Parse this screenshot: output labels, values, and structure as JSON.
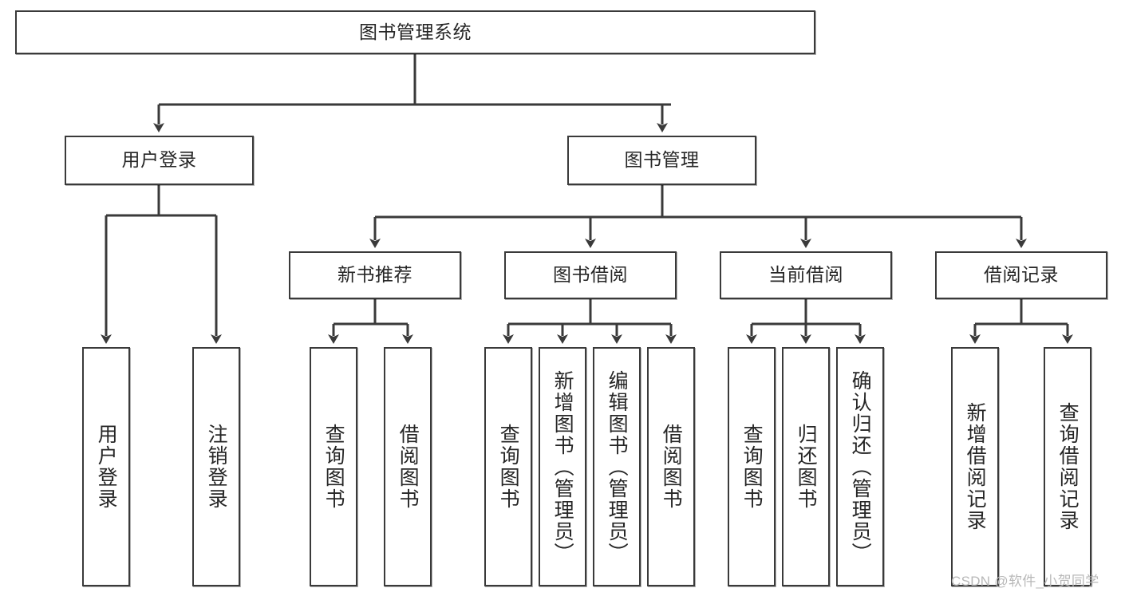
{
  "diagram": {
    "type": "hierarchy-tree",
    "title": "图书管理系统",
    "root": {
      "id": "root",
      "label": "图书管理系统"
    },
    "level2": [
      {
        "id": "user-login",
        "label": "用户登录"
      },
      {
        "id": "book-manage",
        "label": "图书管理"
      }
    ],
    "level3": [
      {
        "id": "new-book-recommend",
        "label": "新书推荐",
        "parent": "book-manage"
      },
      {
        "id": "book-borrow",
        "label": "图书借阅",
        "parent": "book-manage"
      },
      {
        "id": "current-borrow",
        "label": "当前借阅",
        "parent": "book-manage"
      },
      {
        "id": "borrow-record",
        "label": "借阅记录",
        "parent": "book-manage"
      }
    ],
    "leaves": [
      {
        "id": "leaf-user-login",
        "label": "用户登录",
        "parent": "user-login"
      },
      {
        "id": "leaf-logout-login",
        "label": "注销登录",
        "parent": "user-login"
      },
      {
        "id": "leaf-query-book-1",
        "label": "查询图书",
        "parent": "new-book-recommend"
      },
      {
        "id": "leaf-borrow-book-1",
        "label": "借阅图书",
        "parent": "new-book-recommend"
      },
      {
        "id": "leaf-query-book-2",
        "label": "查询图书",
        "parent": "book-borrow"
      },
      {
        "id": "leaf-add-book",
        "label": "新增图书（管理员）",
        "parent": "book-borrow"
      },
      {
        "id": "leaf-edit-book",
        "label": "编辑图书（管理员）",
        "parent": "book-borrow"
      },
      {
        "id": "leaf-borrow-book-2",
        "label": "借阅图书",
        "parent": "book-borrow"
      },
      {
        "id": "leaf-query-book-3",
        "label": "查询图书",
        "parent": "current-borrow"
      },
      {
        "id": "leaf-return-book",
        "label": "归还图书",
        "parent": "current-borrow"
      },
      {
        "id": "leaf-confirm-return",
        "label": "确认归还（管理员）",
        "parent": "current-borrow"
      },
      {
        "id": "leaf-add-record",
        "label": "新增借阅记录",
        "parent": "borrow-record"
      },
      {
        "id": "leaf-query-record",
        "label": "查询借阅记录",
        "parent": "borrow-record"
      }
    ],
    "watermark": "CSDN @软件_小贺同学",
    "colors": {
      "stroke": "#3a3a3a",
      "fill": "#ffffff",
      "text": "#262626",
      "watermark": "#b8b8b8"
    }
  }
}
